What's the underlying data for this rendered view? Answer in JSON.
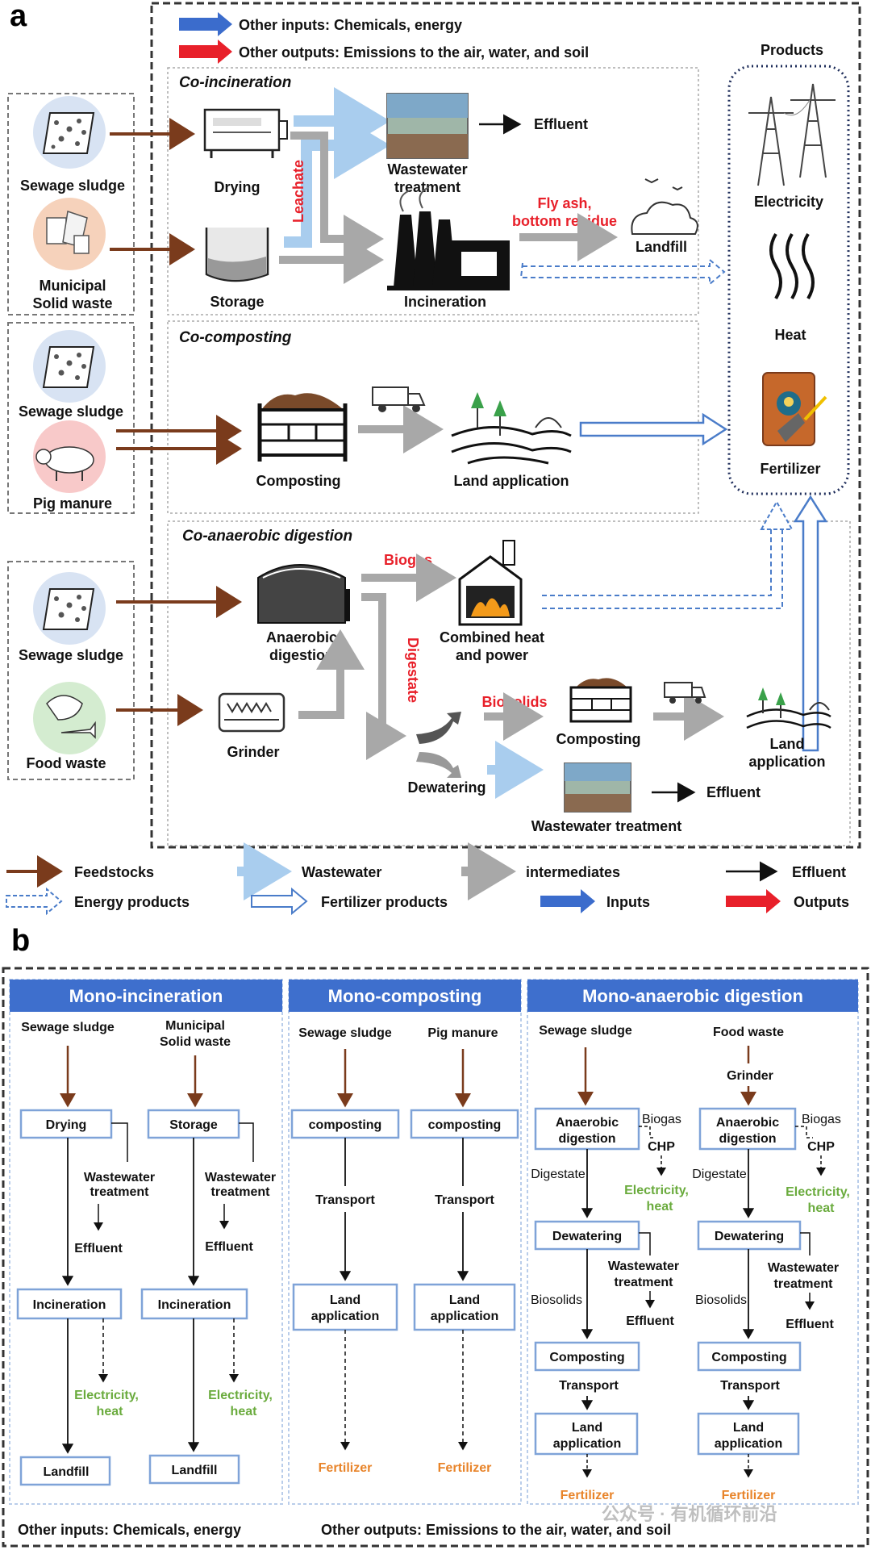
{
  "panel_a": {
    "letter": "a",
    "top_legend": {
      "inputs": "Other inputs: Chemicals, energy",
      "outputs": "Other outputs:  Emissions to the air, water, and soil"
    },
    "feedstocks": {
      "sewage_sludge": "Sewage sludge",
      "msw_line1": "Municipal",
      "msw_line2": "Solid waste",
      "pig_manure": "Pig manure",
      "food_waste": "Food waste"
    },
    "co_incineration": {
      "title": "Co-incineration",
      "drying": "Drying",
      "storage": "Storage",
      "leachate": "Leachate",
      "wwt_line1": "Wastewater",
      "wwt_line2": "treatment",
      "effluent": "Effluent",
      "incineration": "Incineration",
      "flyash_line1": "Fly ash,",
      "flyash_line2": "bottom residue",
      "landfill": "Landfill"
    },
    "co_composting": {
      "title": "Co-composting",
      "composting": "Composting",
      "land_application": "Land application"
    },
    "co_ad": {
      "title": "Co-anaerobic digestion",
      "ad_line1": "Anaerobic",
      "ad_line2": "digestion",
      "grinder": "Grinder",
      "biogas": "Biogas",
      "chp_line1": "Combined heat",
      "chp_line2": "and power",
      "digestate": "Digestate",
      "dewatering": "Dewatering",
      "biosolids": "Biosolids",
      "composting": "Composting",
      "land_line1": "Land",
      "land_line2": "application",
      "wwt": "Wastewater treatment",
      "effluent": "Effluent"
    },
    "products": {
      "title": "Products",
      "electricity": "Electricity",
      "heat": "Heat",
      "fertilizer": "Fertilizer"
    },
    "legend": {
      "feedstocks": "Feedstocks",
      "wastewater": "Wastewater",
      "intermediates": "intermediates",
      "effluent": "Effluent",
      "energy": "Energy products",
      "fertilizer": "Fertilizer products",
      "inputs": "Inputs",
      "outputs": "Outputs"
    }
  },
  "panel_b": {
    "letter": "b",
    "mono_incineration": {
      "title": "Mono-incineration",
      "col1_src": "Sewage sludge",
      "col2_src_line1": "Municipal",
      "col2_src_line2": "Solid waste",
      "drying": "Drying",
      "storage": "Storage",
      "wwt_line1": "Wastewater",
      "wwt_line2": "treatment",
      "effluent": "Effluent",
      "incineration": "Incineration",
      "eh_line1": "Electricity,",
      "eh_line2": "heat",
      "landfill": "Landfill"
    },
    "mono_composting": {
      "title": "Mono-composting",
      "col1_src": "Sewage sludge",
      "col2_src": "Pig manure",
      "composting": "composting",
      "transport": "Transport",
      "land_line1": "Land",
      "land_line2": "application",
      "fertilizer": "Fertilizer"
    },
    "mono_ad": {
      "title": "Mono-anaerobic digestion",
      "col1_src": "Sewage sludge",
      "col2_src": "Food waste",
      "grinder": "Grinder",
      "ad_line1": "Anaerobic",
      "ad_line2": "digestion",
      "biogas": "Biogas",
      "chp": "CHP",
      "eh_line1": "Electricity,",
      "eh_line2": "heat",
      "digestate": "Digestate",
      "dewatering": "Dewatering",
      "wwt_line1": "Wastewater",
      "wwt_line2": "treatment",
      "effluent": "Effluent",
      "biosolids": "Biosolids",
      "composting": "Composting",
      "transport": "Transport",
      "land_line1": "Land",
      "land_line2": "application",
      "fertilizer": "Fertilizer"
    },
    "footer": {
      "inputs": "Other inputs: Chemicals, energy",
      "outputs": "Other outputs:  Emissions to the air, water, and soil"
    },
    "watermark": "公众号 · 有机循环前沿"
  },
  "colors": {
    "feed_arrow": "#7a3b1c",
    "wastewater": "#a9cdee",
    "intermediate": "#a8a8a8",
    "energy_dashed": "#4a7cc9",
    "input_blue": "#3b6ccc",
    "output_red": "#e8202a",
    "box_border": "#7fa3d8",
    "header_blue": "#3e6fcd",
    "green_text": "#6aab3d",
    "orange_text": "#e8842a"
  }
}
